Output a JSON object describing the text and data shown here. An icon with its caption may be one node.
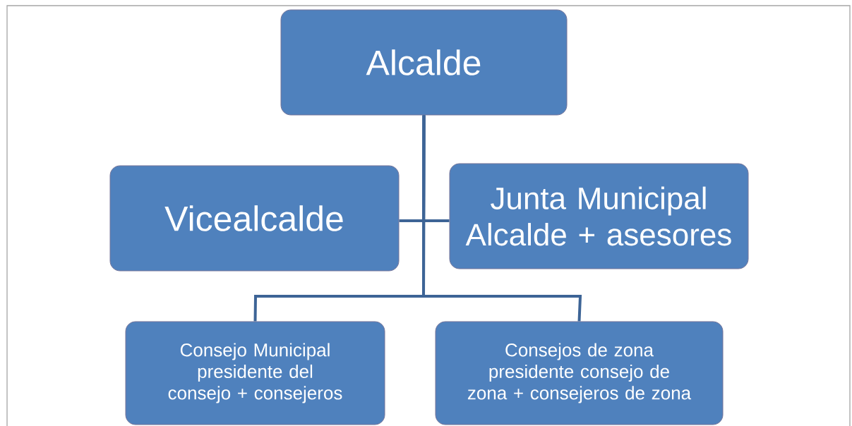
{
  "diagram": {
    "nodes": [
      {
        "text": [
          "Alcalde"
        ]
      },
      {
        "text": [
          "Vicealcalde"
        ]
      },
      {
        "text": [
          "Junta Municipal",
          "Alcalde + asesores"
        ]
      },
      {
        "text": [
          "Consejo Municipal",
          "presidente del consejo + consejeros"
        ]
      },
      {
        "text": [
          "Consejos de zona presidente consejo de zona + consejeros de zona"
        ]
      }
    ],
    "edges": [
      {
        "from": 0,
        "to": 1,
        "arrow": "none"
      },
      {
        "from": 0,
        "to": 2,
        "arrow": "none"
      },
      {
        "from": 0,
        "to": 3,
        "arrow": "none"
      },
      {
        "from": 0,
        "to": 4,
        "arrow": "none"
      }
    ]
  }
}
